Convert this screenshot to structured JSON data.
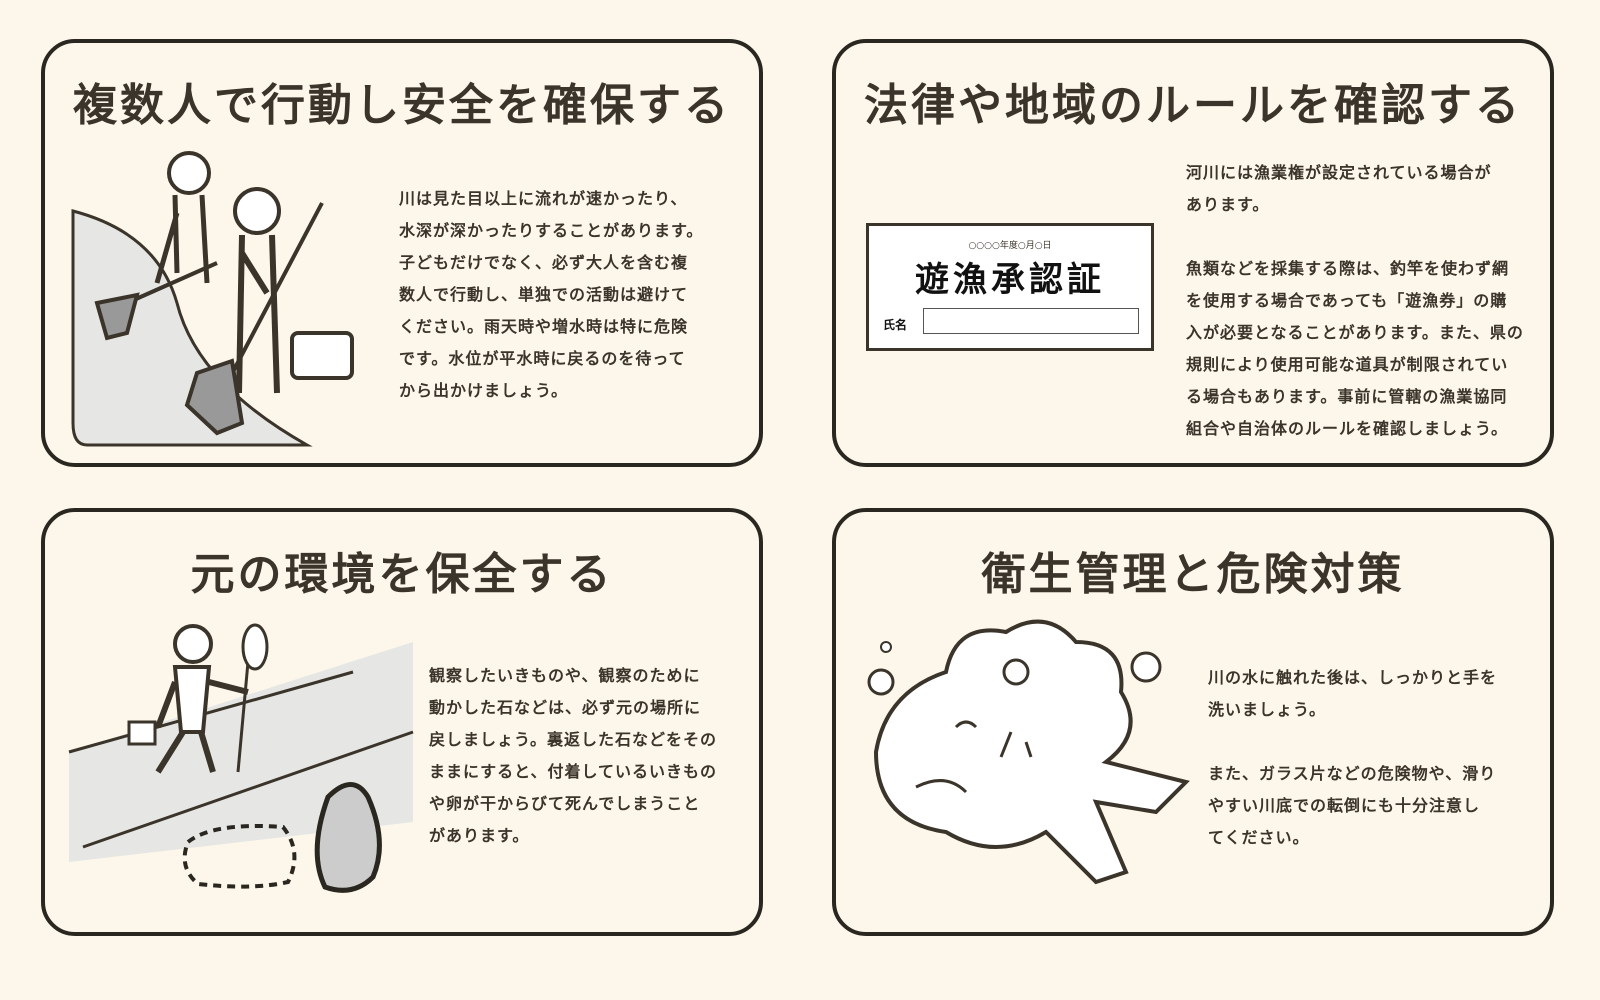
{
  "cards": [
    {
      "title": "複数人で行動し安全を確保する",
      "body": "川は見た目以上に流れが速かったり、\n水深が深かったりすることがあります。\n子どもだけでなく、必ず大人を含む複\n数人で行動し、単独での活動は避けて\nください。雨天時や増水時は特に危険\nです。水位が平水時に戻るのを待って\nから出かけましょう。"
    },
    {
      "title": "法律や地域のルールを確認する",
      "body": "河川には漁業権が設定されている場合が\nあります。\n\n魚類などを採集する際は、釣竿を使わず網\nを使用する場合であっても「遊漁券」の購\n入が必要となることがあります。また、県の\n規則により使用可能な道具が制限されてい\nる場合もあります。事前に管轄の漁業協同\n組合や自治体のルールを確認しましょう。",
      "permit": {
        "date": "○○○○年度○月○日",
        "title": "遊漁承認証",
        "name_label": "氏名"
      }
    },
    {
      "title": "元の環境を保全する",
      "body": "観察したいきものや、観察のために\n動かした石などは、必ず元の場所に\n戻しましょう。裏返した石などをその\nままにすると、付着しているいきもの\nや卵が干からびて死んでしまうこと\nがあります。"
    },
    {
      "title": "衛生管理と危険対策",
      "body": "川の水に触れた後は、しっかりと手を\n洗いましょう。\n\nまた、ガラス片などの危険物や、滑り\nやすい川底での転倒にも十分注意し\nてください。"
    }
  ]
}
